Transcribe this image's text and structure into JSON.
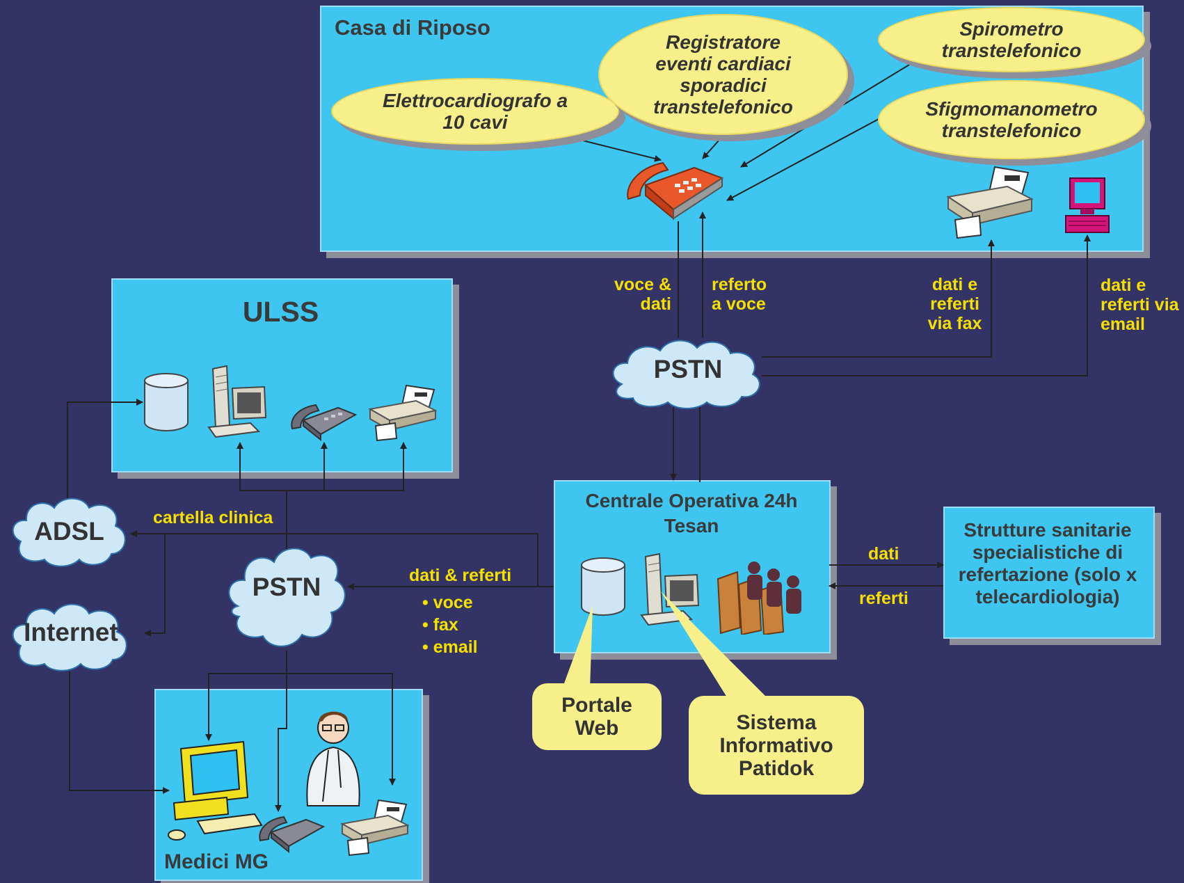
{
  "casa": {
    "title": "Casa di Riposo",
    "ecg": "Elettrocardiografo a 10 cavi",
    "registratore": "Registratore eventi cardiaci sporadici transtelefonico",
    "spirometro": "Spirometro transtelefonico",
    "sfigmo": "Sfigmomanometro transtelefonico"
  },
  "labels": {
    "voce_dati": "voce & dati",
    "referto_voce": "referto a voce",
    "fax": "dati e referti via fax",
    "email": "dati e referti via email",
    "cartella": "cartella clinica",
    "dati_referti": "dati & referti",
    "dati": "dati",
    "referti": "referti"
  },
  "bullets": [
    "• voce",
    "• fax",
    "• email"
  ],
  "clouds": {
    "pstn_top": "PSTN",
    "pstn_left": "PSTN",
    "adsl": "ADSL",
    "internet": "Internet"
  },
  "ulss": {
    "title": "ULSS"
  },
  "centrale": {
    "title": "Centrale Operativa 24h Tesan"
  },
  "strutture": {
    "title": "Strutture sanitarie specialistiche di refertazione (solo x telecardiologia)"
  },
  "medici": {
    "title": "Medici MG"
  },
  "callouts": {
    "portale": "Portale Web",
    "sistema": "Sistema Informativo Patidok"
  },
  "colors": {
    "background": "#333366",
    "box": "#3ec6f0",
    "yellow_text": "#f5e000",
    "ellipse": "#f7ef8a"
  }
}
